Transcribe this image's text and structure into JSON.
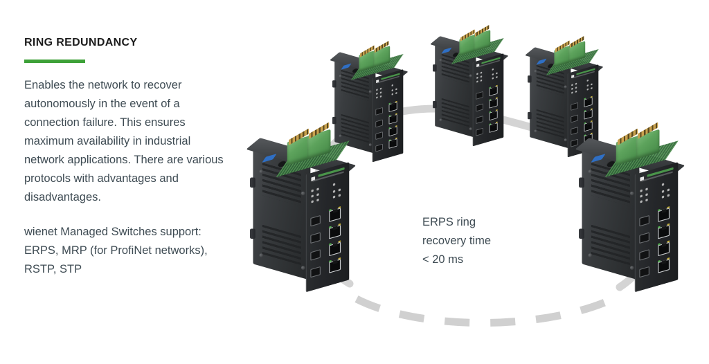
{
  "panel": {
    "heading": "RING REDUNDANCY",
    "accent_color": "#3da138",
    "paragraphs": [
      "Enables the network to recover autonomously in the event of a connection failure. This ensures maximum availability in industrial network applications. There are various protocols with advantages and disadvantages.",
      "wienet Managed Switches support: ERPS, MRP (for ProfiNet networks), RSTP, STP"
    ]
  },
  "diagram": {
    "center_label": "ERPS ring\nrecovery time\n< 20 ms",
    "ring_color": "#d4d4d4",
    "ring_style_top": "solid",
    "ring_style_bottom": "dashed",
    "device_count": 5,
    "device_type": "industrial-din-rail-managed-ethernet-switch",
    "device_body_color": "#26282a",
    "device_terminal_color": "#5da35c",
    "ports_per_device": {
      "sfp": 4,
      "rj45": 4
    },
    "devices": [
      {
        "id": "switch-top-left",
        "position": "top-left"
      },
      {
        "id": "switch-top-center",
        "position": "top-center"
      },
      {
        "id": "switch-top-right",
        "position": "top-right"
      },
      {
        "id": "switch-bottom-left",
        "position": "bottom-left"
      },
      {
        "id": "switch-bottom-right",
        "position": "bottom-right"
      }
    ]
  },
  "text_colors": {
    "heading": "#1c1c1c",
    "body": "#3e4b53"
  }
}
